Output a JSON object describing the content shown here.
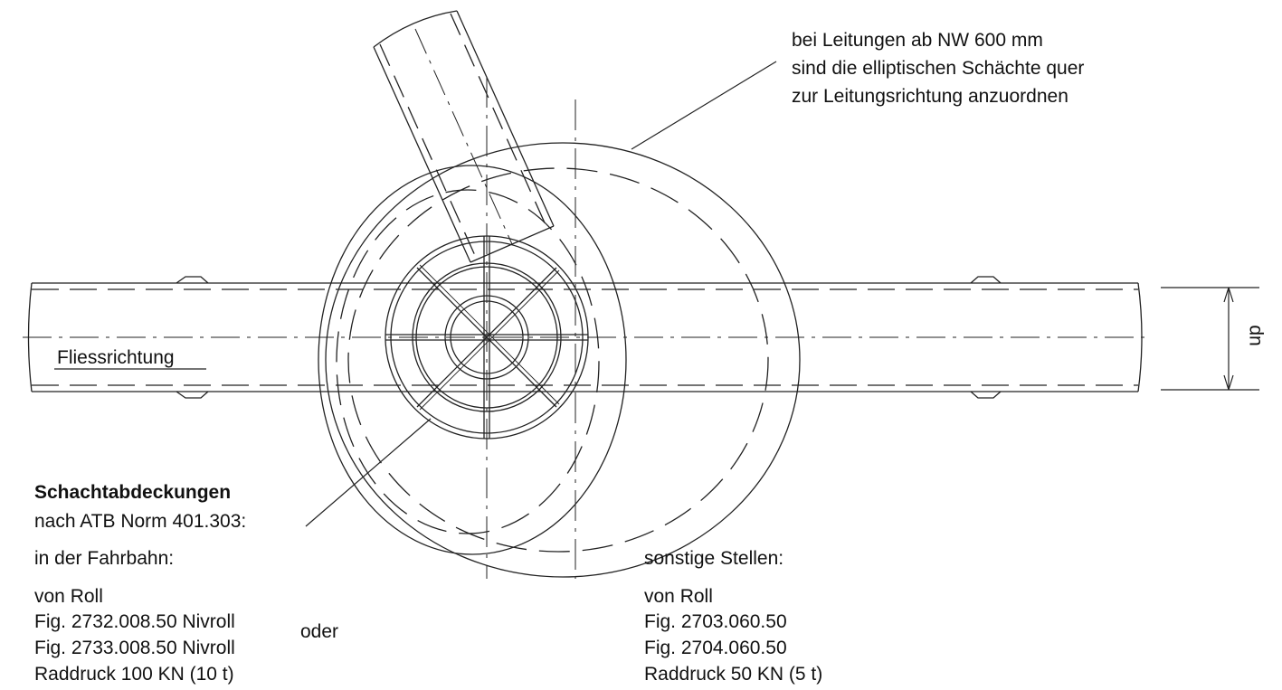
{
  "note": {
    "line1": "bei Leitungen ab NW 600 mm",
    "line2": "sind die elliptischen Schächte quer",
    "line3": "zur Leitungsrichtung anzuordnen"
  },
  "flow_label": "Fliessrichtung",
  "dimension_label": "dn",
  "covers": {
    "heading": "Schachtabdeckungen",
    "norm": "nach ATB Norm 401.303:",
    "roadway": {
      "heading": "in der Fahrbahn:",
      "maker": "von Roll",
      "fig1": "Fig. 2732.008.50 Nivroll",
      "fig2": "Fig. 2733.008.50 Nivroll",
      "load": "Raddruck 100 KN (10 t)"
    },
    "or_label": "oder",
    "other": {
      "heading": "sonstige Stellen:",
      "maker": "von Roll",
      "fig1": "Fig. 2703.060.50",
      "fig2": "Fig. 2704.060.50",
      "load": "Raddruck 50 KN (5 t)"
    }
  }
}
